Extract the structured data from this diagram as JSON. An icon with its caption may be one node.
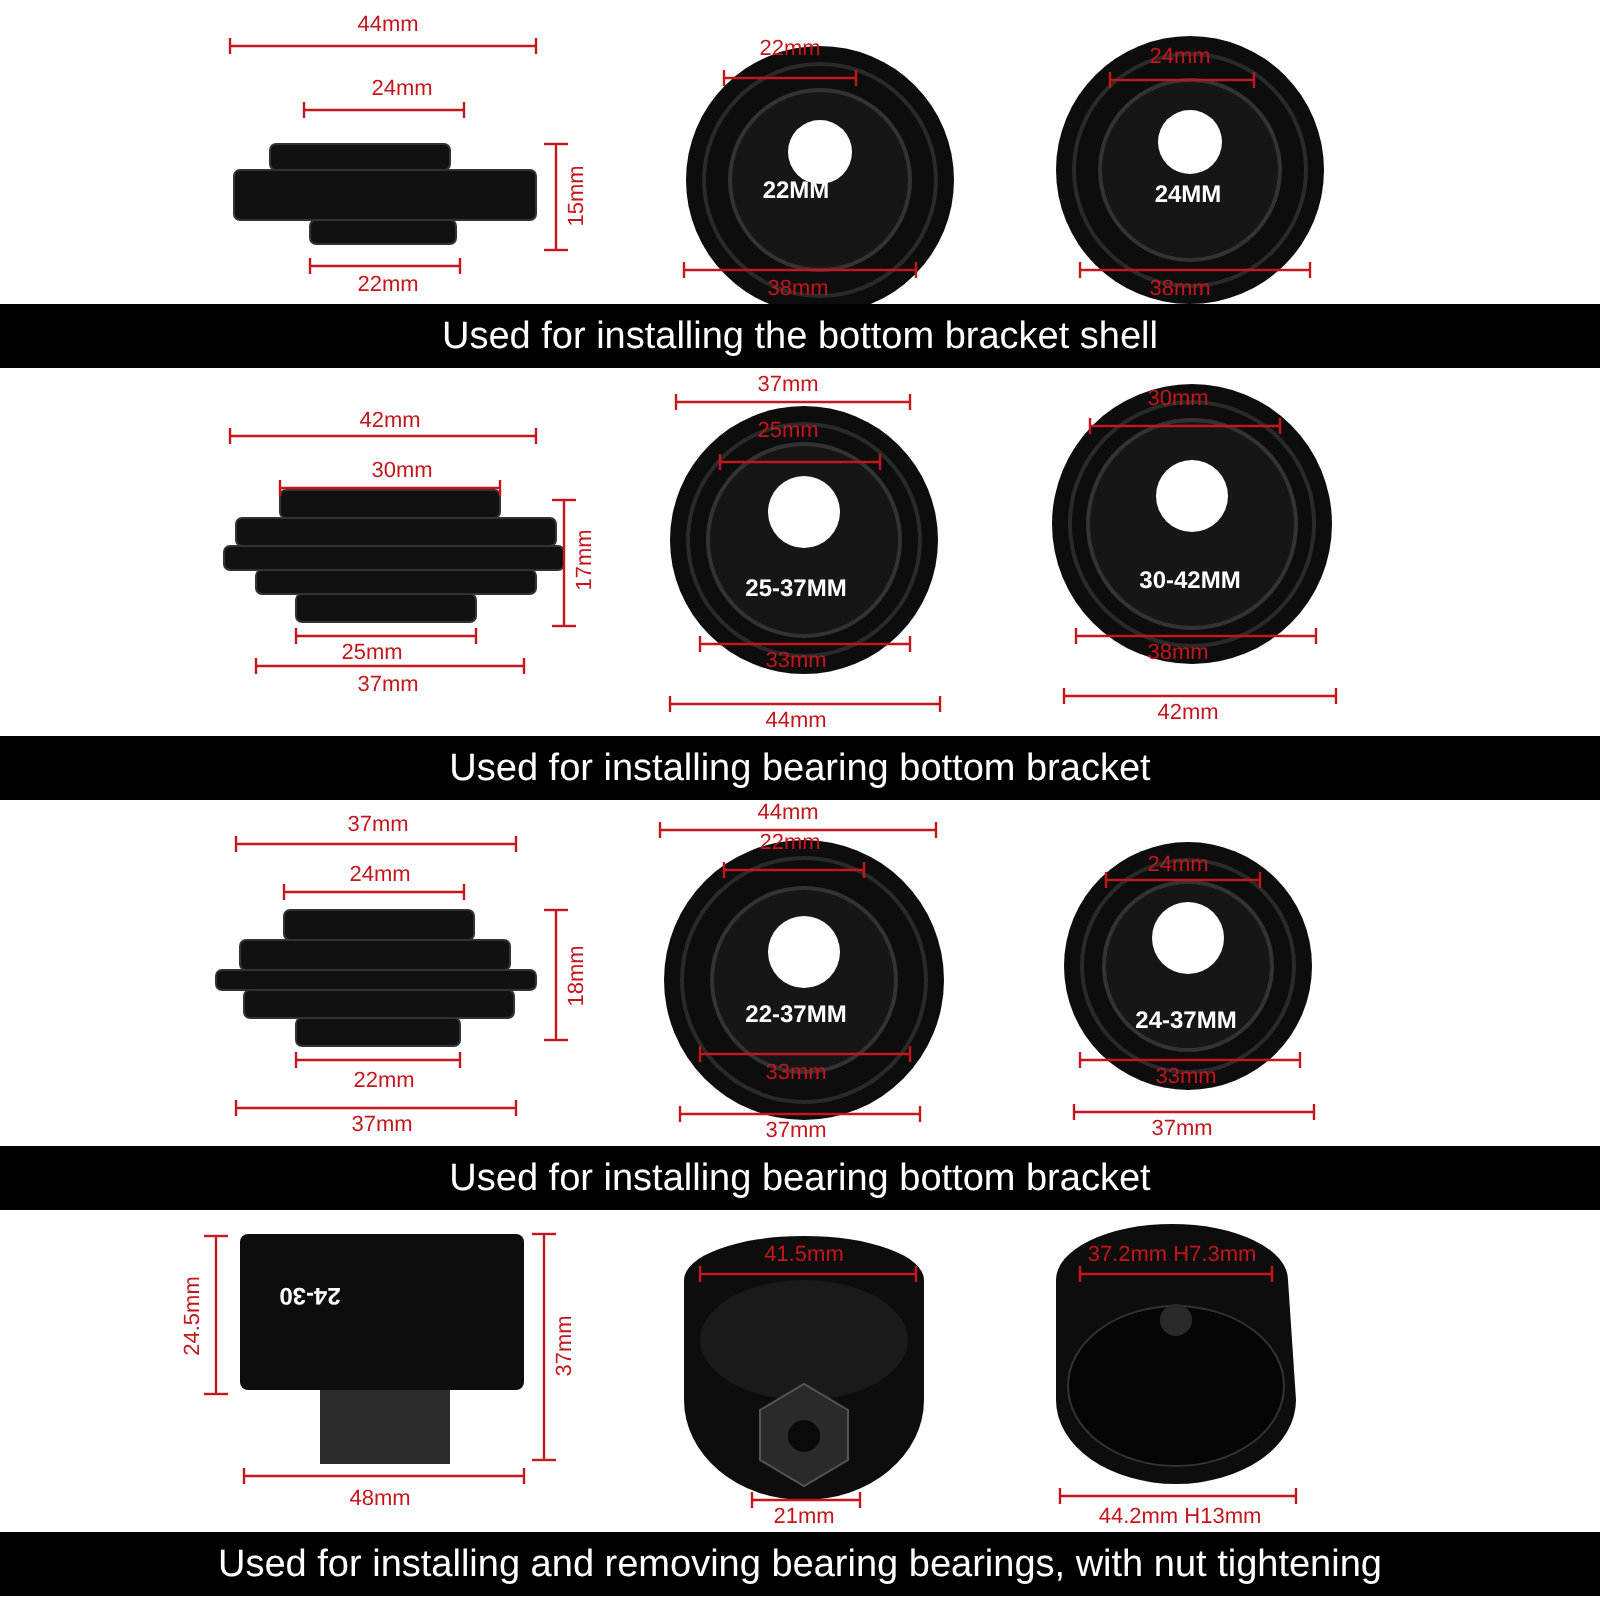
{
  "diagram": {
    "labels": [
      "44mm",
      "24mm",
      "15mm",
      "22mm",
      "22mm",
      "22MM",
      "38mm",
      "24mm",
      "24MM",
      "38mm",
      "Used for installing the bottom bracket shell",
      "42mm",
      "30mm",
      "17mm",
      "25mm",
      "37mm",
      "37mm",
      "25mm",
      "25-37MM",
      "33mm",
      "44mm",
      "30mm",
      "30-42MM",
      "38mm",
      "42mm",
      "Used for installing bearing bottom bracket",
      "37mm",
      "24mm",
      "18mm",
      "22mm",
      "37mm",
      "44mm",
      "22mm",
      "22-37MM",
      "33mm",
      "37mm",
      "24mm",
      "24-37MM",
      "33mm",
      "37mm",
      "Used for installing bearing bottom bracket",
      "24-30",
      "24.5mm",
      "37mm",
      "48mm",
      "41.5mm",
      "21mm",
      "37.2mm H7.3mm",
      "44.2mm H13mm",
      "Used for installing and removing bearing bearings, with nut tightening"
    ]
  }
}
